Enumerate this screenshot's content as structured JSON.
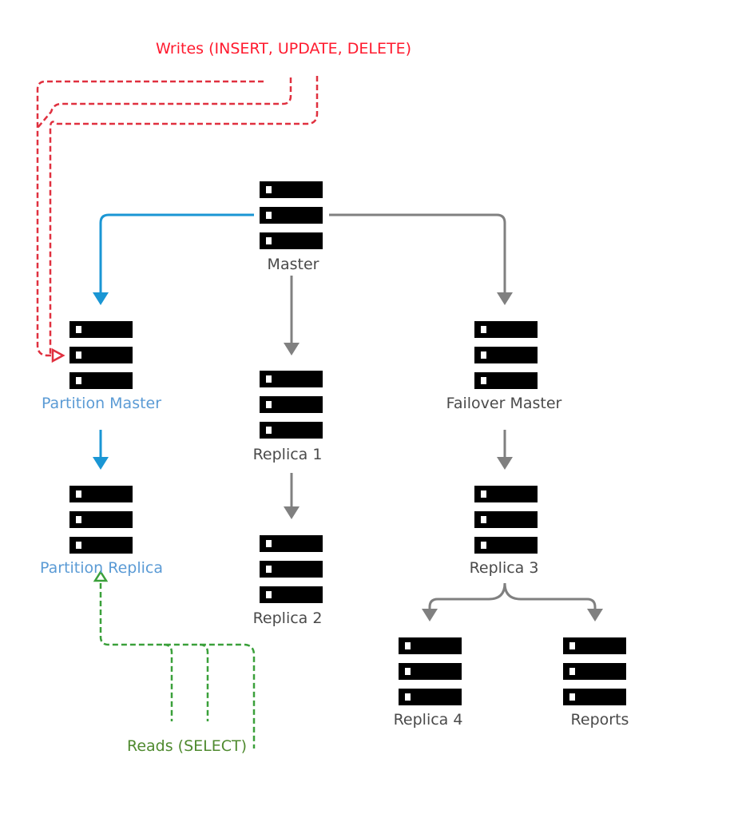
{
  "colors": {
    "write": "#e0303f",
    "read": "#3aa03a",
    "primary": "#1a96d4",
    "replication": "#808080",
    "server": "#000000",
    "partition_label": "#5b9bd5",
    "node_label": "#4a4a4a",
    "read_label": "#4f8a2f",
    "write_label": "#ff1a2e"
  },
  "annotations": {
    "writes": "Writes (INSERT, UPDATE, DELETE)",
    "reads": "Reads (SELECT)"
  },
  "nodes": [
    {
      "id": "master",
      "label": "Master",
      "icon": "server-icon"
    },
    {
      "id": "partition-master",
      "label": "Partition Master",
      "icon": "server-icon"
    },
    {
      "id": "partition-replica",
      "label": "Partition Replica",
      "icon": "server-icon"
    },
    {
      "id": "replica-1",
      "label": "Replica 1",
      "icon": "server-icon"
    },
    {
      "id": "replica-2",
      "label": "Replica 2",
      "icon": "server-icon"
    },
    {
      "id": "failover-master",
      "label": "Failover Master",
      "icon": "server-icon"
    },
    {
      "id": "replica-3",
      "label": "Replica 3",
      "icon": "server-icon"
    },
    {
      "id": "replica-4",
      "label": "Replica 4",
      "icon": "server-icon"
    },
    {
      "id": "reports",
      "label": "Reports",
      "icon": "server-icon"
    }
  ],
  "edges": [
    {
      "from": "master",
      "to": "partition-master",
      "kind": "primary"
    },
    {
      "from": "partition-master",
      "to": "partition-replica",
      "kind": "primary"
    },
    {
      "from": "master",
      "to": "replica-1",
      "kind": "replication"
    },
    {
      "from": "replica-1",
      "to": "replica-2",
      "kind": "replication"
    },
    {
      "from": "master",
      "to": "failover-master",
      "kind": "replication"
    },
    {
      "from": "failover-master",
      "to": "replica-3",
      "kind": "replication"
    },
    {
      "from": "replica-3",
      "to": "replica-4",
      "kind": "replication"
    },
    {
      "from": "replica-3",
      "to": "reports",
      "kind": "replication"
    }
  ]
}
